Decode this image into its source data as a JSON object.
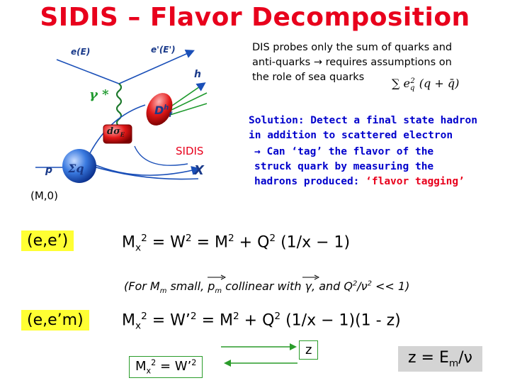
{
  "title": "SIDIS – Flavor Decomposition",
  "diagram": {
    "e_in": "e(E)",
    "e_out": "e'(E')",
    "h": "h",
    "gamma_star": "γ *",
    "dh": "D",
    "dh_sup": "h",
    "dh_sub": "f",
    "dsigma": "dσ",
    "dsigma_sub": "E",
    "p": "p",
    "sigma_q": "Σq",
    "X": "X",
    "sidis_label": "SIDIS",
    "target": "(M,0)"
  },
  "text": {
    "dis_line1": "DIS probes only the sum of quarks and",
    "dis_line2_a": "anti-quarks ",
    "dis_line2_arrow": "→",
    "dis_line2_b": " requires assumptions on",
    "dis_line3": "the role of sea quarks",
    "formula": "∑ e_q^2(q + q̄)",
    "solution_line1": "Solution: Detect a final state hadron",
    "solution_line2": "in addition to scattered electron",
    "tag_arrow": "→",
    "tag_line1": " Can ‘tag’ the flavor of the",
    "tag_line2": "struck quark by measuring the",
    "tag_line3a": "hadrons produced: ",
    "tag_line3b": "‘flavor tagging’"
  },
  "rows": {
    "ee_label": "(e,e’)",
    "eq1": "Mx² = W² = M² + Q² (1/x − 1)",
    "note": "(For Mm small, pm collinear with γ, and Q²/ν² << 1)",
    "eem_label": "(e,e’m)",
    "eq2": "Mx² = W’² = M² + Q² (1/x − 1)(1 - z)",
    "z_box": "z",
    "mx_box": "Mx² = W’²",
    "z_def": "z = Em/ν"
  },
  "colors": {
    "title": "#e8001c",
    "solution_text": "#0000cc",
    "highlight": "#ffff33",
    "box_border": "#2a9c2a",
    "z_def_bg": "#d4d4d4",
    "proton": "#2060d0",
    "hadron": "#e02020"
  }
}
